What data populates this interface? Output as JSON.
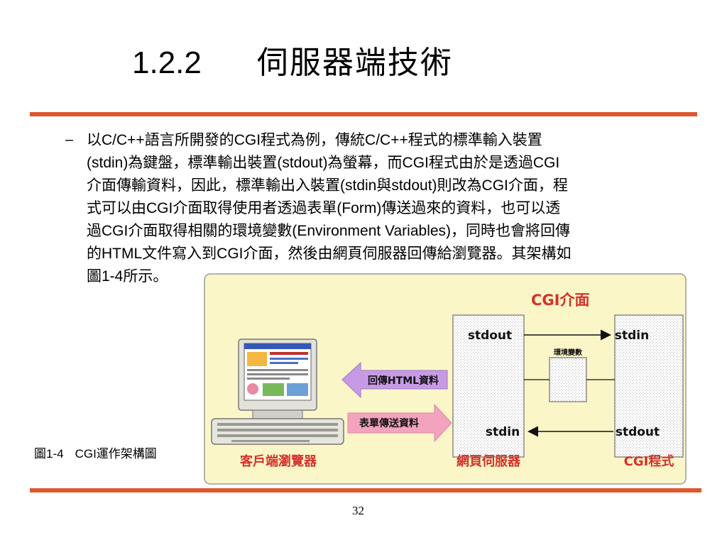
{
  "slide": {
    "title_number": "1.2.2",
    "title_text": "伺服器端技術",
    "dash": "–",
    "body_lines": [
      "以C/C++語言所開發的CGI程式為例，傳統C/C++程式的標準輸入裝置",
      "(stdin)為鍵盤，標準輸出裝置(stdout)為螢幕，而CGI程式由於是透過CGI",
      "介面傳輸資料，因此，標準輸出入裝置(stdin與stdout)則改為CGI介面，程",
      "式可以由CGI介面取得使用者透過表單(Form)傳送過來的資料，也可以透",
      "過CGI介面取得相關的環境變數(Environment Variables)，同時也會將回傳",
      "的HTML文件寫入到CGI介面，然後由網頁伺服器回傳給瀏覽器。其架構如",
      "圖1-4所示。"
    ],
    "caption_label": "圖1-4",
    "caption_title": "CGI運作架構圖",
    "page_number": "32"
  },
  "diagram": {
    "cgi_interface_label": "CGI介面",
    "env_vars_label": "環境變數",
    "return_html_label": "回傳HTML資料",
    "form_send_label": "表單傳送資料",
    "server_stdout": "stdout",
    "server_stdin": "stdin",
    "cgi_stdin": "stdin",
    "cgi_stdout": "stdout",
    "client_label": "客戶端瀏覽器",
    "server_label": "網頁伺服器",
    "cgi_program_label": "CGI程式",
    "colors": {
      "panel_bg": "#fbf6c8",
      "accent_red": "#d4322b",
      "client_label": "#d4322b",
      "server_label": "#d4322b",
      "return_arrow": "#c89ae6",
      "form_arrow": "#f3a3bd",
      "divider": "#e0562d"
    }
  }
}
